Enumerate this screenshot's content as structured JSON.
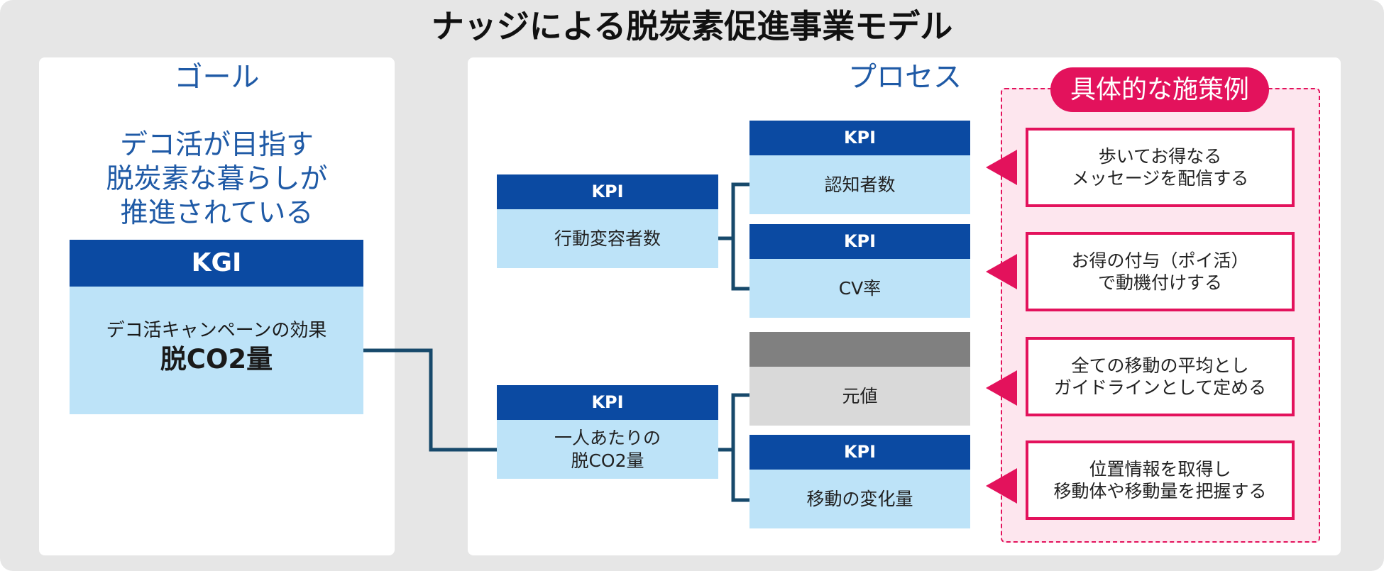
{
  "title": "ナッジによる脱炭素促進事業モデル",
  "goal": {
    "heading": "ゴール",
    "statement": [
      "デコ活が目指す",
      "脱炭素な暮らしが",
      "推進されている"
    ],
    "kgi": {
      "header": "KGI",
      "caption": "デコ活キャンペーンの効果",
      "value": "脱CO2量"
    }
  },
  "process": {
    "heading": "プロセス",
    "kpi_level1": [
      {
        "header": "KPI",
        "lines": [
          "行動変容者数"
        ]
      },
      {
        "header": "KPI",
        "lines": [
          "一人あたりの",
          "脱CO2量"
        ]
      }
    ],
    "kpi_level2": [
      {
        "header": "KPI",
        "label": "認知者数"
      },
      {
        "header": "KPI",
        "label": "CV率"
      },
      {
        "label": "元値"
      },
      {
        "header": "KPI",
        "label": "移動の変化量"
      }
    ]
  },
  "measures": {
    "label": "具体的な施策例",
    "items": [
      {
        "lines": [
          "歩いてお得なる",
          "メッセージを配信する"
        ]
      },
      {
        "lines": [
          "お得の付与（ポイ活）",
          "で動機付けする"
        ]
      },
      {
        "lines": [
          "全ての移動の平均とし",
          "ガイドラインとして定める"
        ]
      },
      {
        "lines": [
          "位置情報を取得し",
          "移動体や移動量を把握する"
        ]
      }
    ]
  },
  "colors": {
    "background": "#e6e6e6",
    "panel": "#ffffff",
    "heading_blue": "#1f5aa6",
    "kpi_header": "#0b4aa2",
    "kpi_body": "#bde3f8",
    "neutral_header": "#808080",
    "neutral_body": "#d9d9d9",
    "connector": "#17496b",
    "measure_accent": "#e3125c",
    "measure_fill": "#fde6ee"
  }
}
